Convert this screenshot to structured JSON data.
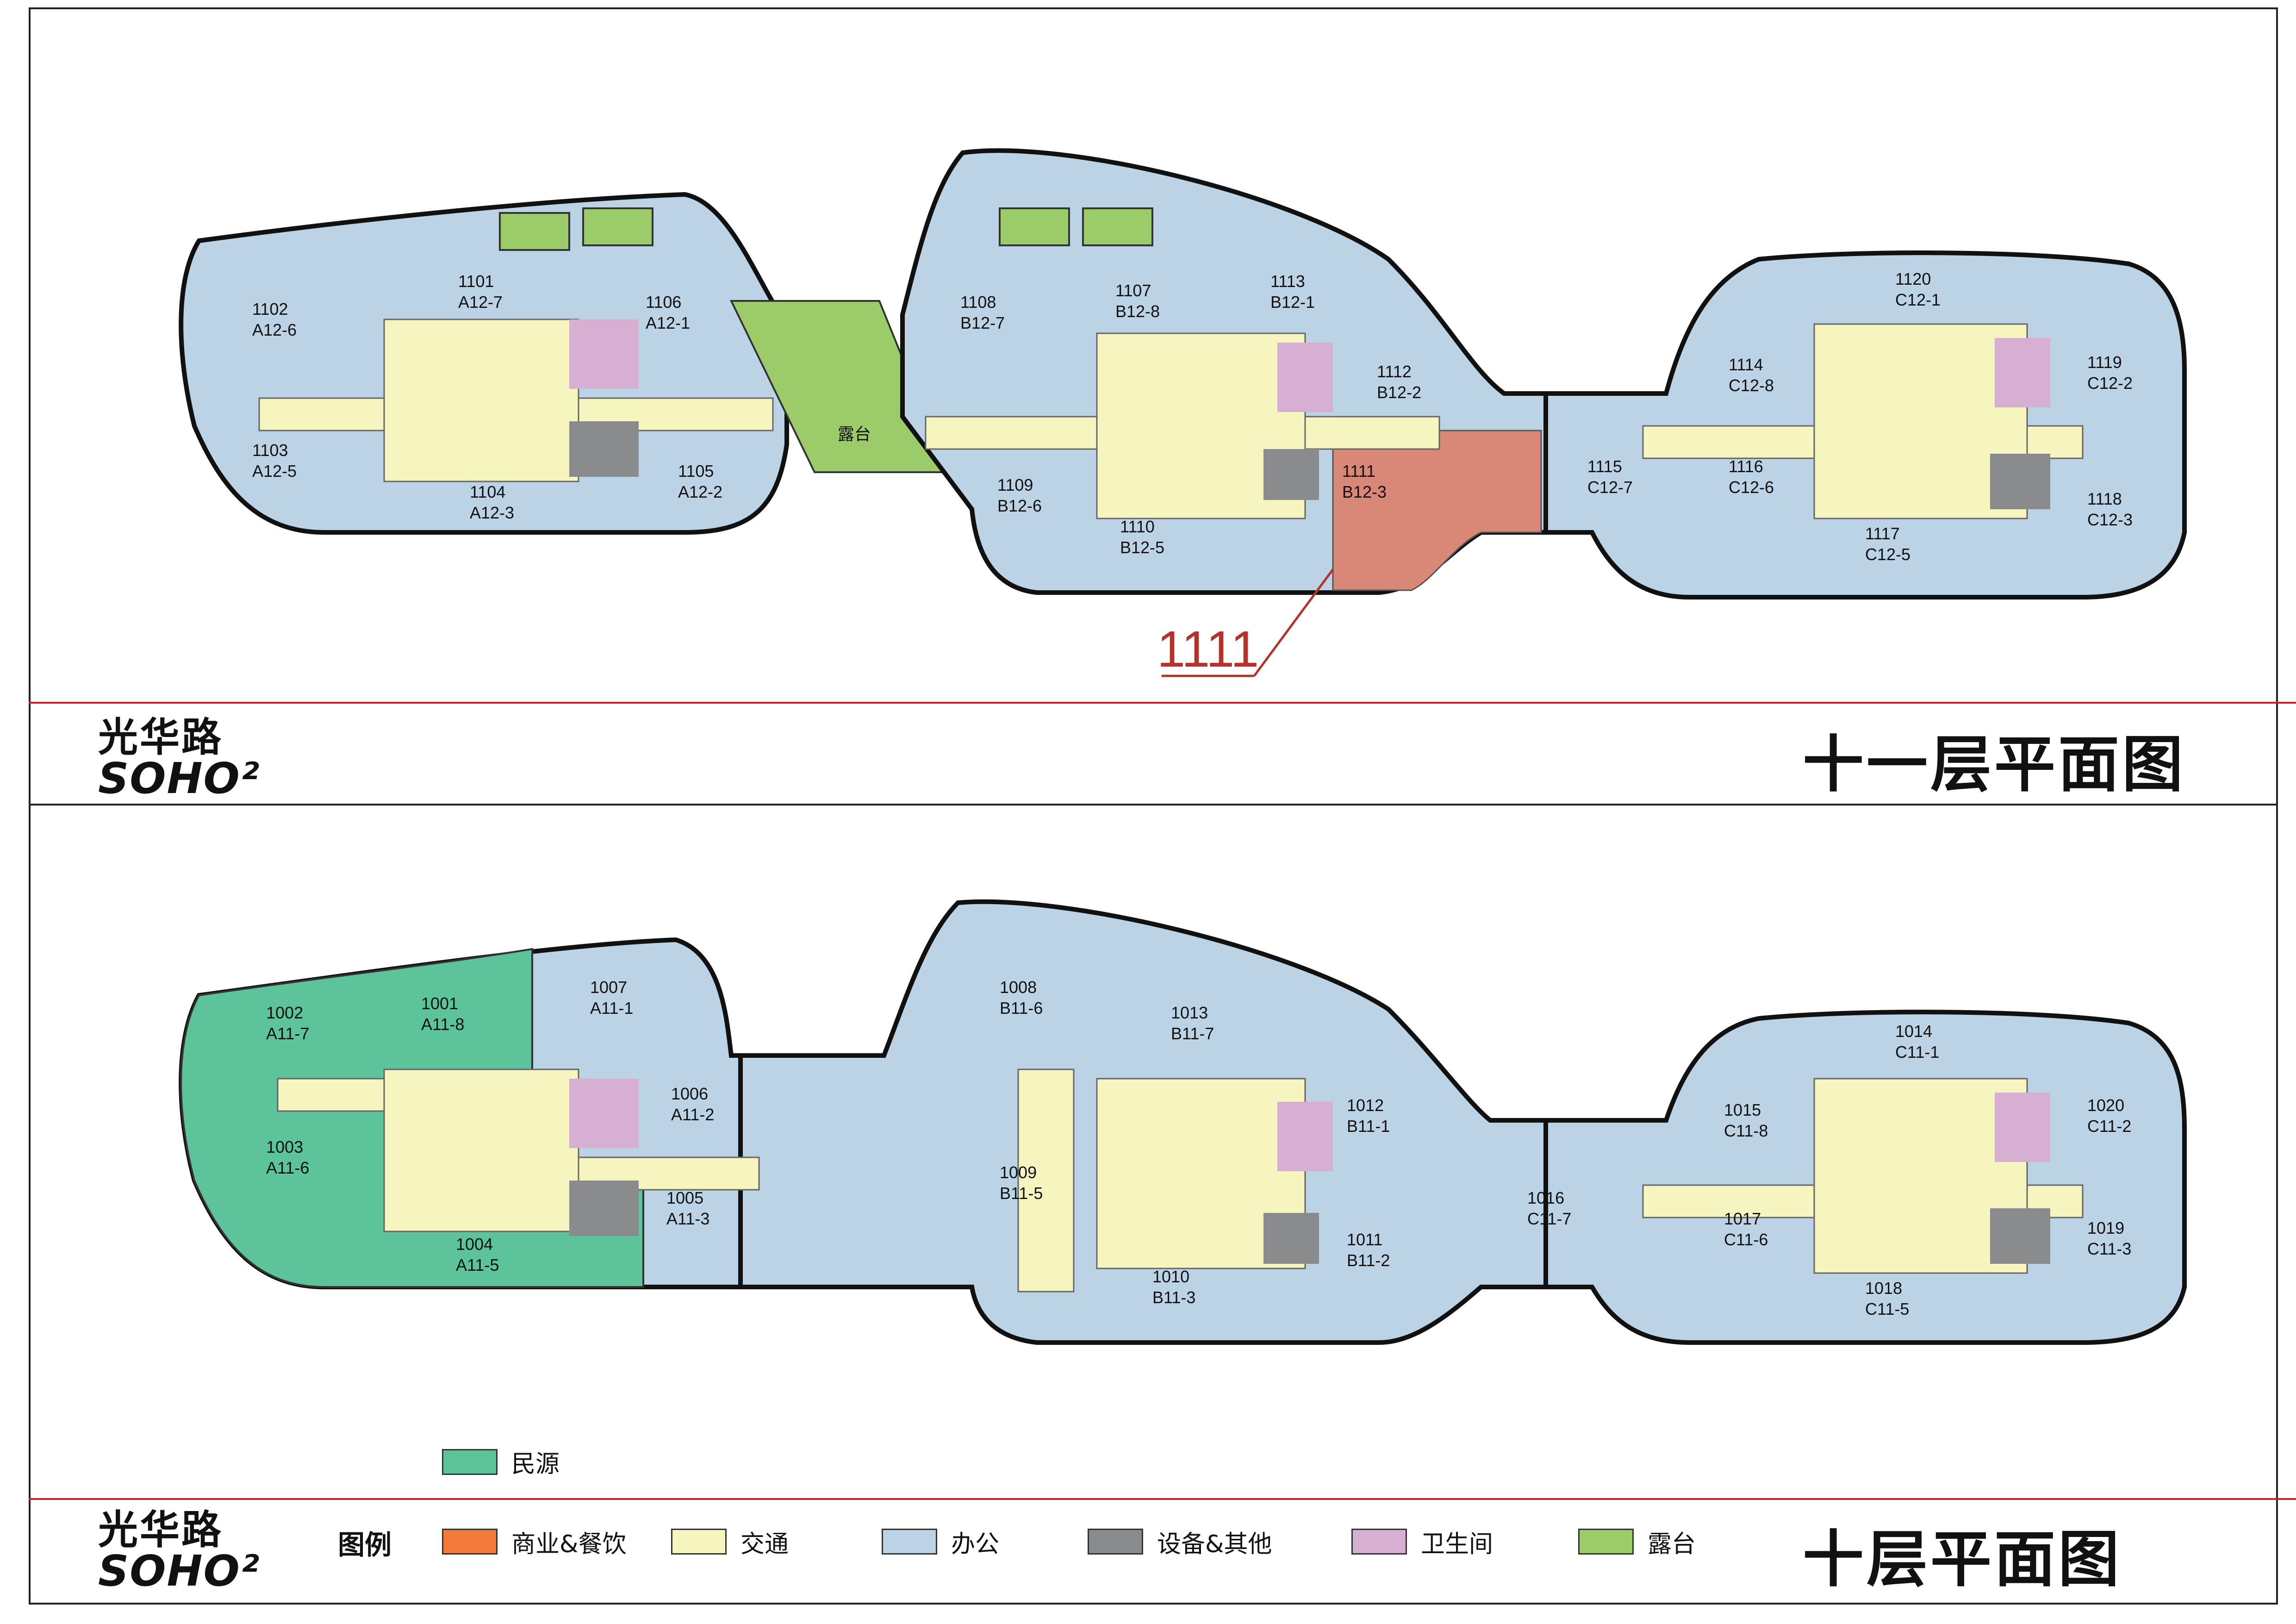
{
  "logo": {
    "cn": "光华路",
    "en": "SOHO²"
  },
  "floor11": {
    "title": "十一层平面图",
    "callout": "1111",
    "terrace_label": "露台",
    "rooms": [
      {
        "id": "1101",
        "code": "A12-7"
      },
      {
        "id": "1102",
        "code": "A12-6"
      },
      {
        "id": "1103",
        "code": "A12-5"
      },
      {
        "id": "1104",
        "code": "A12-3"
      },
      {
        "id": "1105",
        "code": "A12-2"
      },
      {
        "id": "1106",
        "code": "A12-1"
      },
      {
        "id": "1107",
        "code": "B12-8"
      },
      {
        "id": "1108",
        "code": "B12-7"
      },
      {
        "id": "1109",
        "code": "B12-6"
      },
      {
        "id": "1110",
        "code": "B12-5"
      },
      {
        "id": "1111",
        "code": "B12-3"
      },
      {
        "id": "1112",
        "code": "B12-2"
      },
      {
        "id": "1113",
        "code": "B12-1"
      },
      {
        "id": "1114",
        "code": "C12-8"
      },
      {
        "id": "1115",
        "code": "C12-7"
      },
      {
        "id": "1116",
        "code": "C12-6"
      },
      {
        "id": "1117",
        "code": "C12-5"
      },
      {
        "id": "1118",
        "code": "C12-3"
      },
      {
        "id": "1119",
        "code": "C12-2"
      },
      {
        "id": "1120",
        "code": "C12-1"
      }
    ]
  },
  "floor10": {
    "title": "十层平面图",
    "tenant_label": "民源",
    "rooms": [
      {
        "id": "1001",
        "code": "A11-8"
      },
      {
        "id": "1002",
        "code": "A11-7"
      },
      {
        "id": "1003",
        "code": "A11-6"
      },
      {
        "id": "1004",
        "code": "A11-5"
      },
      {
        "id": "1005",
        "code": "A11-3"
      },
      {
        "id": "1006",
        "code": "A11-2"
      },
      {
        "id": "1007",
        "code": "A11-1"
      },
      {
        "id": "1008",
        "code": "B11-6"
      },
      {
        "id": "1009",
        "code": "B11-5"
      },
      {
        "id": "1010",
        "code": "B11-3"
      },
      {
        "id": "1011",
        "code": "B11-2"
      },
      {
        "id": "1012",
        "code": "B11-1"
      },
      {
        "id": "1013",
        "code": "B11-7"
      },
      {
        "id": "1014",
        "code": "C11-1"
      },
      {
        "id": "1015",
        "code": "C11-8"
      },
      {
        "id": "1016",
        "code": "C11-7"
      },
      {
        "id": "1017",
        "code": "C11-6"
      },
      {
        "id": "1018",
        "code": "C11-5"
      },
      {
        "id": "1019",
        "code": "C11-3"
      },
      {
        "id": "1020",
        "code": "C11-2"
      }
    ]
  },
  "legend": {
    "title": "图例",
    "items": [
      {
        "label": "商业&餐饮",
        "color": "#f47a3a"
      },
      {
        "label": "交通",
        "color": "#f7f5bf"
      },
      {
        "label": "办公",
        "color": "#bcd3e6"
      },
      {
        "label": "设备&其他",
        "color": "#8a8b8d"
      },
      {
        "label": "卫生间",
        "color": "#d7afd3"
      },
      {
        "label": "露台",
        "color": "#9ccc6a"
      }
    ]
  },
  "colors": {
    "office": "#bcd3e6",
    "core": "#f7f5bf",
    "terrace": "#9ccc6a",
    "highlight": "#d98878",
    "tenant": "#5cc39a",
    "equip": "#8a8b8d",
    "wc": "#d7afd3"
  }
}
